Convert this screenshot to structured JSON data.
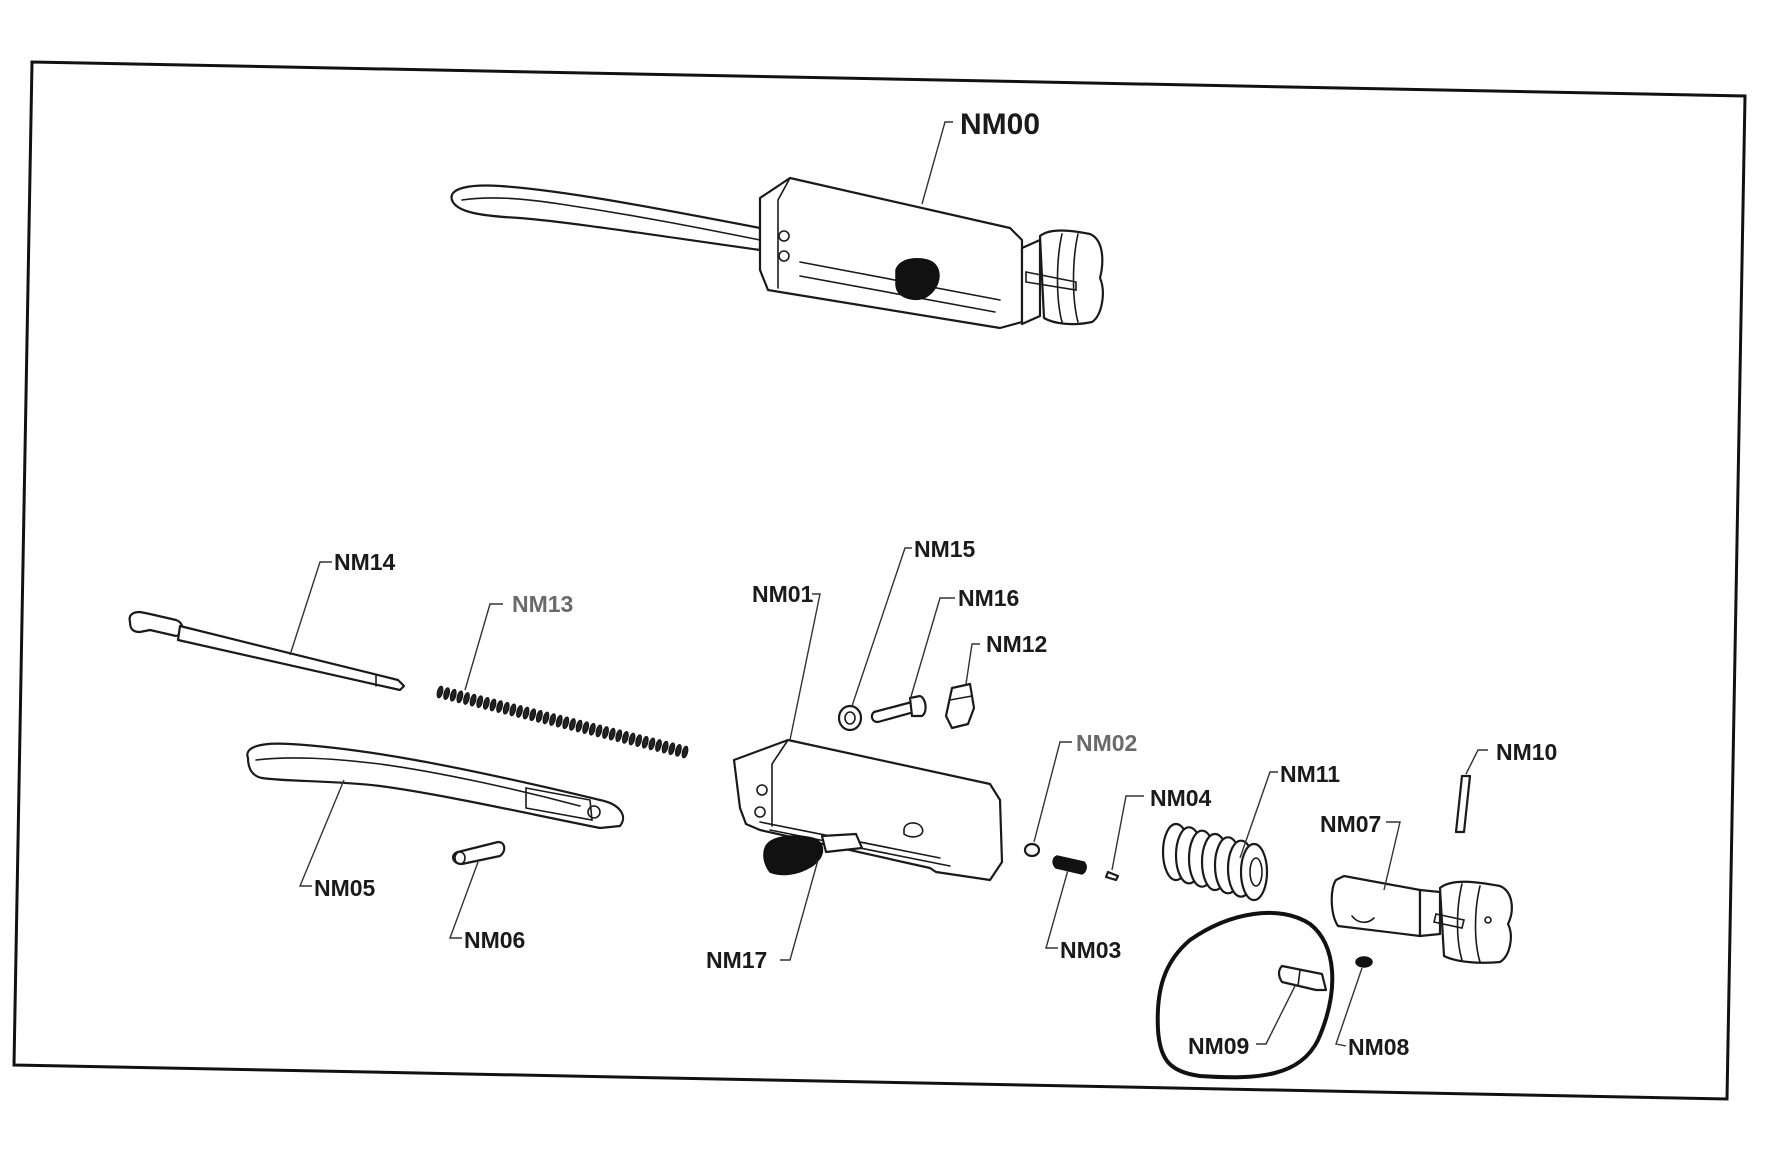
{
  "diagram": {
    "title": "Bolt assembly exploded parts view",
    "assembly": {
      "id": "NM00",
      "label": "NM00"
    },
    "parts": [
      {
        "id": "NM01",
        "label": "NM01",
        "description": "bolt body"
      },
      {
        "id": "NM02",
        "label": "NM02",
        "description": "small plug",
        "label_color": "grey"
      },
      {
        "id": "NM03",
        "label": "NM03",
        "description": "small spring"
      },
      {
        "id": "NM04",
        "label": "NM04",
        "description": "small pin"
      },
      {
        "id": "NM05",
        "label": "NM05",
        "description": "bolt handle lever"
      },
      {
        "id": "NM06",
        "label": "NM06",
        "description": "handle pin"
      },
      {
        "id": "NM07",
        "label": "NM07",
        "description": "bolt head"
      },
      {
        "id": "NM08",
        "label": "NM08",
        "description": "small dark insert"
      },
      {
        "id": "NM09",
        "label": "NM09",
        "description": "extractor",
        "highlighted": true
      },
      {
        "id": "NM10",
        "label": "NM10",
        "description": "long pin"
      },
      {
        "id": "NM11",
        "label": "NM11",
        "description": "heavy coil spring"
      },
      {
        "id": "NM12",
        "label": "NM12",
        "description": "cylindrical bushing"
      },
      {
        "id": "NM13",
        "label": "NM13",
        "description": "firing pin spring",
        "label_color": "grey"
      },
      {
        "id": "NM14",
        "label": "NM14",
        "description": "firing pin"
      },
      {
        "id": "NM15",
        "label": "NM15",
        "description": "washer"
      },
      {
        "id": "NM16",
        "label": "NM16",
        "description": "screw"
      },
      {
        "id": "NM17",
        "label": "NM17",
        "description": "black knob"
      }
    ],
    "colors": {
      "line": "#1a1a1a",
      "label": "#1a1a1a",
      "label_grey": "#6a6a6a",
      "background": "#ffffff"
    }
  }
}
